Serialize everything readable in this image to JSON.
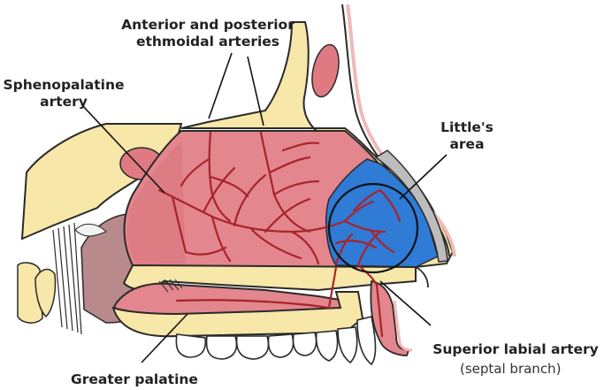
{
  "labels": {
    "ethmoidal_line1": "Anterior and posterior",
    "ethmoidal_line2": "ethmoidal arteries",
    "spheno_line1": "Sphenopalatine",
    "spheno_line2": "artery",
    "littles_line1": "Little's",
    "littles_line2": "area",
    "superior_labial": "Superior labial artery",
    "septal_branch": "(septal branch)",
    "greater_palatine": "Greater palatine"
  },
  "icons": [
    "nasal-septum-illustration",
    "maxilla-teeth-illustration",
    "artery-network-illustration",
    "littles-area-circle-icon"
  ],
  "colors": {
    "bone": "#f7e7a9",
    "bone_outline": "#2a2a2a",
    "mucosa": "#e3868d",
    "mucosa_dark": "#d8747c",
    "artery": "#a8242b",
    "littles_area": "#2f7bd6",
    "skin_line": "#f1b9b9",
    "cartilage_gray": "#bdbdbd",
    "sphenoid_shade": "#b98a8c"
  }
}
